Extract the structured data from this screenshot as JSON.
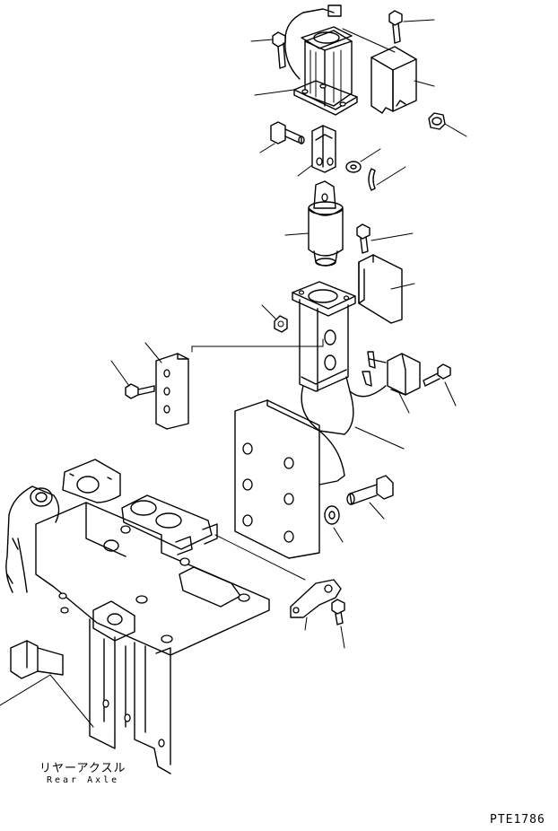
{
  "labels": {
    "part_name_jp": "リヤーアクスル",
    "part_name_en": "Rear Axle"
  },
  "drawing_code": "PTE1786",
  "colors": {
    "ink": "#000000",
    "paper": "#ffffff"
  }
}
